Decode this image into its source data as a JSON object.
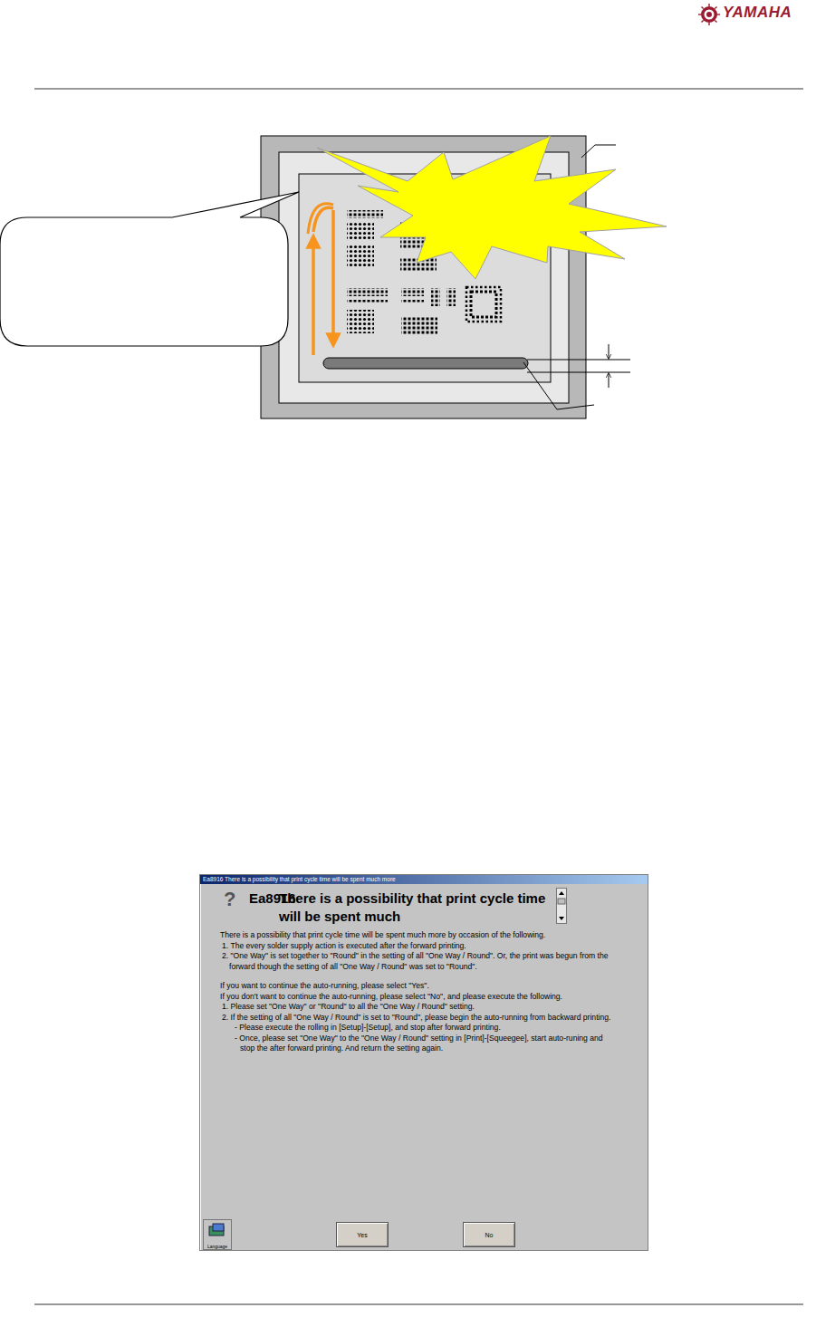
{
  "diagram": {
    "nodes": [
      {
        "text": [
          "Ea8916 There is a possibility that print cycle time will be spent much more",
          "Ea8916",
          "There is a possibility that print cycle time will be spent much",
          "There is a possibility that print cycle time will be spent much more by occasion of the following.",
          "1. The every solder supply action is executed after the forward printing.",
          "2. \"One Way\" is set together to \"Round\" in the setting of all \"One Way / Round\". Or, the print was begun from the forward though the setting of all \"One Way / Round\" was set to \"Round\".",
          "If you want to continue the auto-running, please select \"Yes\".",
          "If you don't want to continue the auto-running, please select \"No\", and please execute the following.",
          "1. Please set \"One Way\" or \"Round\" to all the \"One Way / Round\" setting.",
          "2. If the setting of all \"One Way / Round\" is set to \"Round\", please begin the auto-running from backward printing.",
          "- Please execute the rolling in [Setup]-[Setup], and stop after forward printing.",
          "- Once, please set \"One Way\" to the \"One Way / Round\" setting in [Print]-[Squeegee], start auto-runing and stop the after forward printing. And return the setting again."
        ]
      },
      {
        "text": [
          "Yes"
        ],
        "in": 0
      },
      {
        "text": [
          "No"
        ],
        "in": 0
      },
      {
        "text": [
          "Language"
        ],
        "in": 0
      }
    ],
    "labels": [
      "YAMAHA",
      "?"
    ]
  }
}
